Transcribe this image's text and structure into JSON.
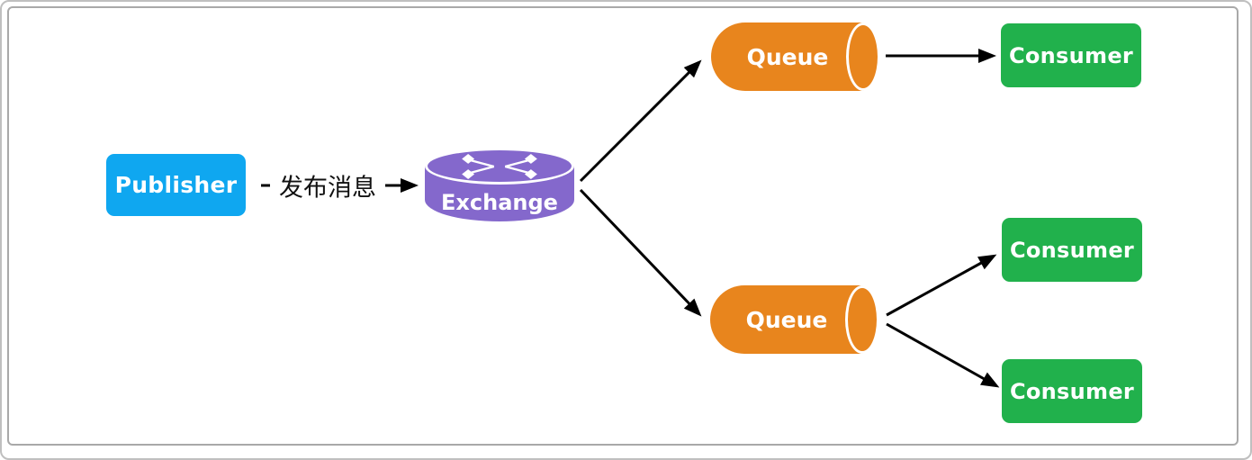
{
  "diagram": {
    "type": "message-flow-diagram",
    "publisher": {
      "label": "Publisher"
    },
    "publish_arrow": {
      "label": "发布消息"
    },
    "exchange": {
      "label": "Exchange",
      "icon": "router-exchange-icon"
    },
    "queues": [
      {
        "label": "Queue"
      },
      {
        "label": "Queue"
      }
    ],
    "consumers": [
      {
        "label": "Consumer"
      },
      {
        "label": "Consumer"
      },
      {
        "label": "Consumer"
      }
    ],
    "colors": {
      "publisher": "#0FA7F0",
      "exchange": "#8468CC",
      "queue": "#E8851D",
      "consumer": "#21B14C",
      "arrow": "#000000",
      "label_text": "#FFFFFF",
      "edge_label_text": "#111111",
      "frame_outer": "#BFBFBF",
      "frame_inner": "#A9A9A9",
      "background": "#FFFFFF"
    }
  }
}
